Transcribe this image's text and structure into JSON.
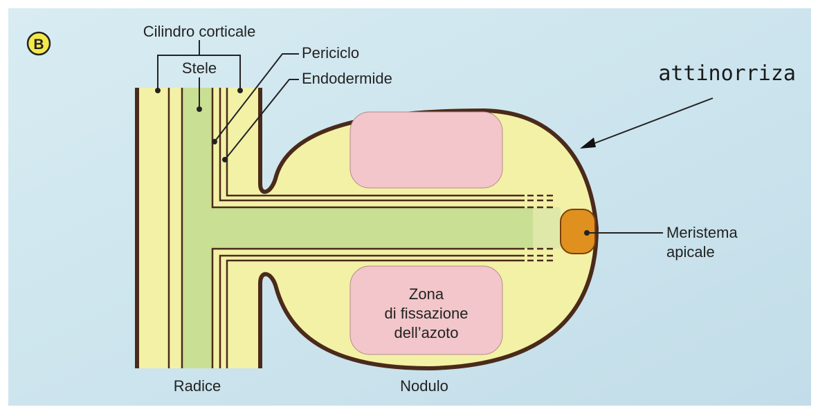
{
  "figure": {
    "badge": "B",
    "labels": {
      "cortical_cylinder": "Cilindro corticale",
      "stele": "Stele",
      "pericycle": "Periciclo",
      "endodermis": "Endodermide",
      "root": "Radice",
      "nodule": "Nodulo",
      "meristem_line1": "Meristema",
      "meristem_line2": "apicale",
      "nfz_line1": "Zona",
      "nfz_line2": "di fissazione",
      "nfz_line3": "dell’azoto"
    },
    "annotation": "attinorriza",
    "colors": {
      "background": "#cfe6ef",
      "cortex": "#f2f1a6",
      "stele": "#c9df93",
      "nitrogen_zone": "#f2c6ca",
      "meristem": "#e0901f",
      "outline": "#4a2a1a"
    }
  }
}
